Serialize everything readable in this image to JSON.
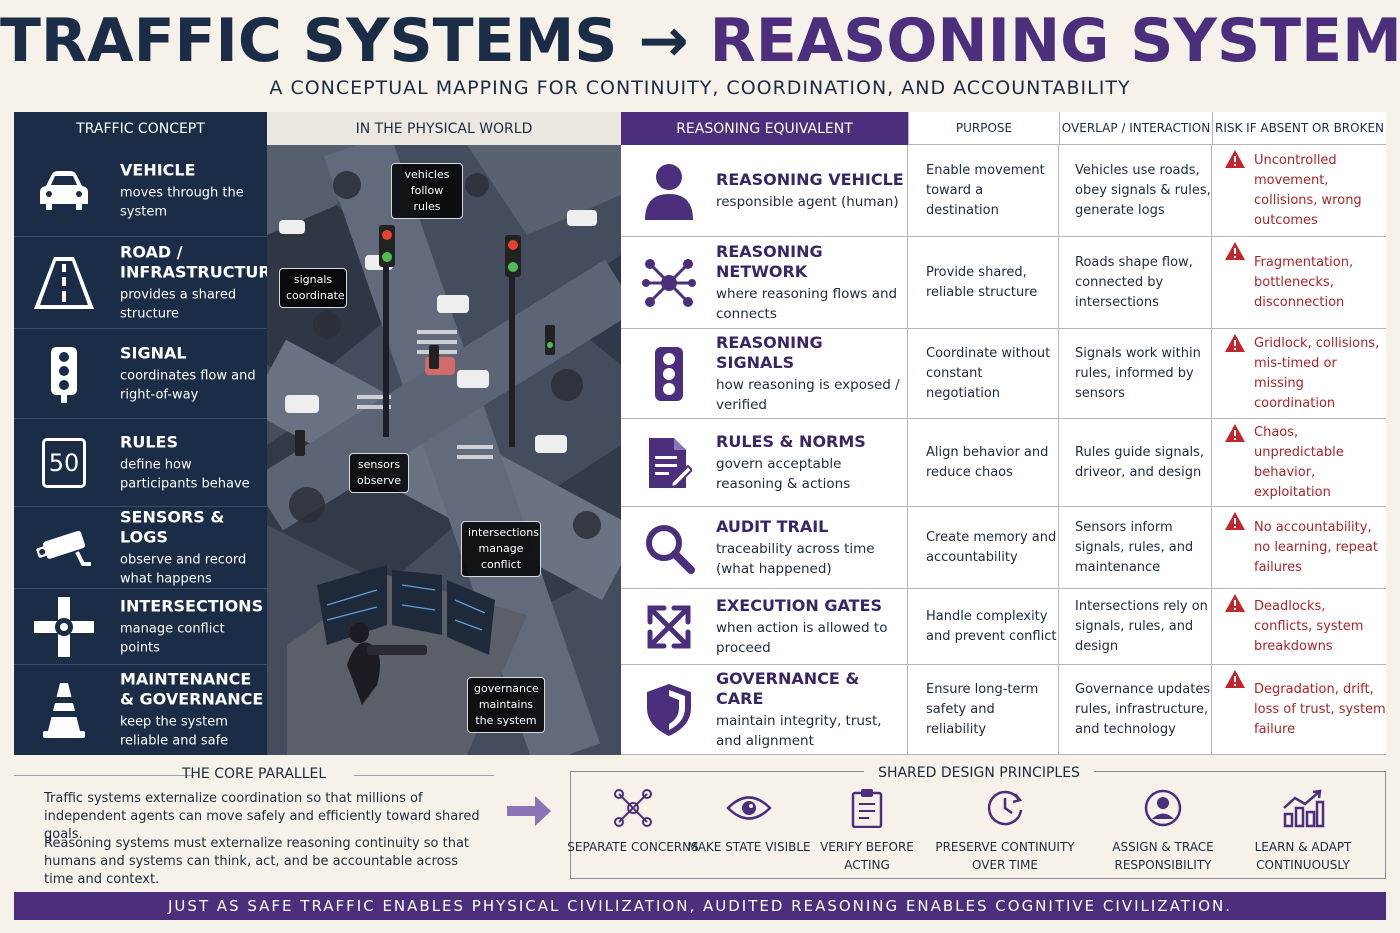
{
  "title": {
    "part1": "TRAFFIC SYSTEMS",
    "arrow": "→",
    "part2": "REASONING SYSTEMS",
    "subtitle": "A CONCEPTUAL MAPPING FOR CONTINUITY, COORDINATION, AND ACCOUNTABILITY"
  },
  "headers": {
    "traffic": "TRAFFIC CONCEPT",
    "physical": "IN THE PHYSICAL WORLD",
    "reasoning": "REASONING EQUIVALENT",
    "purpose": "PURPOSE",
    "overlap": "OVERLAP / INTERACTION",
    "risk": "RISK IF ABSENT OR BROKEN"
  },
  "colors": {
    "navy": "#1b2c47",
    "purple": "#4b2f7c",
    "risk": "#a7262b",
    "warning": "#c0272d"
  },
  "traffic": [
    {
      "icon": "car-icon",
      "name": "VEHICLE",
      "desc": "moves through the system"
    },
    {
      "icon": "road-icon",
      "name": "ROAD / INFRASTRUCTURE",
      "desc": "provides a shared structure"
    },
    {
      "icon": "traffic-light-icon",
      "name": "SIGNAL",
      "desc": "coordinates flow and right-of-way"
    },
    {
      "icon": "speed-limit-icon",
      "icon_text": "50",
      "name": "RULES",
      "desc": "define how participants behave"
    },
    {
      "icon": "camera-icon",
      "name": "SENSORS & LOGS",
      "desc": "observe and record what happens"
    },
    {
      "icon": "intersection-icon",
      "name": "INTERSECTIONS",
      "desc": "manage conflict points"
    },
    {
      "icon": "traffic-cone-icon",
      "name": "MAINTENANCE & GOVERNANCE",
      "desc": "keep the system reliable and safe"
    }
  ],
  "photo_tags": [
    {
      "text": "vehicles follow rules"
    },
    {
      "text": "signals coordinate"
    },
    {
      "text": "sensors observe"
    },
    {
      "text": "intersections manage conflict"
    },
    {
      "text": "governance maintains the system"
    }
  ],
  "reasoning": [
    {
      "icon": "person-icon",
      "name": "REASONING VEHICLE",
      "desc": "responsible agent (human)",
      "purpose": "Enable movement toward a destination",
      "overlap": "Vehicles use roads, obey signals & rules, generate logs",
      "risk": "Uncontrolled movement, collisions, wrong outcomes"
    },
    {
      "icon": "network-icon",
      "name": "REASONING NETWORK",
      "desc": "where reasoning flows and connects",
      "purpose": "Provide shared, reliable structure",
      "overlap": "Roads shape flow, connected by intersections",
      "risk": "Fragmentation, bottlenecks, disconnection"
    },
    {
      "icon": "signal-icon",
      "name": "REASONING SIGNALS",
      "desc": "how reasoning is exposed / verified",
      "purpose": "Coordinate without constant negotiation",
      "overlap": "Signals work within rules, informed by sensors",
      "risk": "Gridlock, collisions, mis-timed or missing coordination"
    },
    {
      "icon": "document-icon",
      "name": "RULES & NORMS",
      "desc": "govern acceptable reasoning & actions",
      "purpose": "Align behavior and reduce chaos",
      "overlap": "Rules guide signals, driveor, and design",
      "risk": "Chaos, unpredictable behavior, exploitation"
    },
    {
      "icon": "magnifier-icon",
      "name": "AUDIT TRAIL",
      "desc": "traceability across time (what happened)",
      "purpose": "Create memory and accountability",
      "overlap": "Sensors inform signals, rules, and maintenance",
      "risk": "No accountability, no learning, repeat failures"
    },
    {
      "icon": "expand-arrows-icon",
      "name": "EXECUTION GATES",
      "desc": "when action is allowed to proceed",
      "purpose": "Handle complexity and prevent conflict",
      "overlap": "Intersections rely on signals, rules, and design",
      "risk": "Deadlocks, conflicts, system breakdowns"
    },
    {
      "icon": "shield-icon",
      "name": "GOVERNANCE & CARE",
      "desc": "maintain integrity, trust, and alignment",
      "purpose": "Ensure long-term safety and reliability",
      "overlap": "Governance updates rules, infrastructure, and technology",
      "risk": "Degradation, drift, loss of trust, system failure"
    }
  ],
  "core": {
    "title": "THE CORE PARALLEL",
    "p1": "Traffic systems externalize coordination so that millions of independent agents can move safely and efficiently toward shared goals.",
    "p2": "Reasoning systems must externalize reasoning continuity so that humans and systems can think, act, and be accountable across time and context."
  },
  "principles": {
    "title": "SHARED DESIGN PRINCIPLES",
    "items": [
      {
        "icon": "molecule-icon",
        "label": "SEPARATE CONCERNS"
      },
      {
        "icon": "eye-icon",
        "label": "MAKE STATE VISIBLE"
      },
      {
        "icon": "clipboard-icon",
        "label": "VERIFY BEFORE ACTING"
      },
      {
        "icon": "clock-icon",
        "label": "PRESERVE CONTINUITY OVER TIME"
      },
      {
        "icon": "user-circle-icon",
        "label": "ASSIGN & TRACE RESPONSIBILITY"
      },
      {
        "icon": "growth-chart-icon",
        "label": "LEARN & ADAPT CONTINUOUSLY"
      }
    ]
  },
  "footer": "JUST AS SAFE TRAFFIC ENABLES PHYSICAL CIVILIZATION, AUDITED REASONING ENABLES COGNITIVE CIVILIZATION."
}
